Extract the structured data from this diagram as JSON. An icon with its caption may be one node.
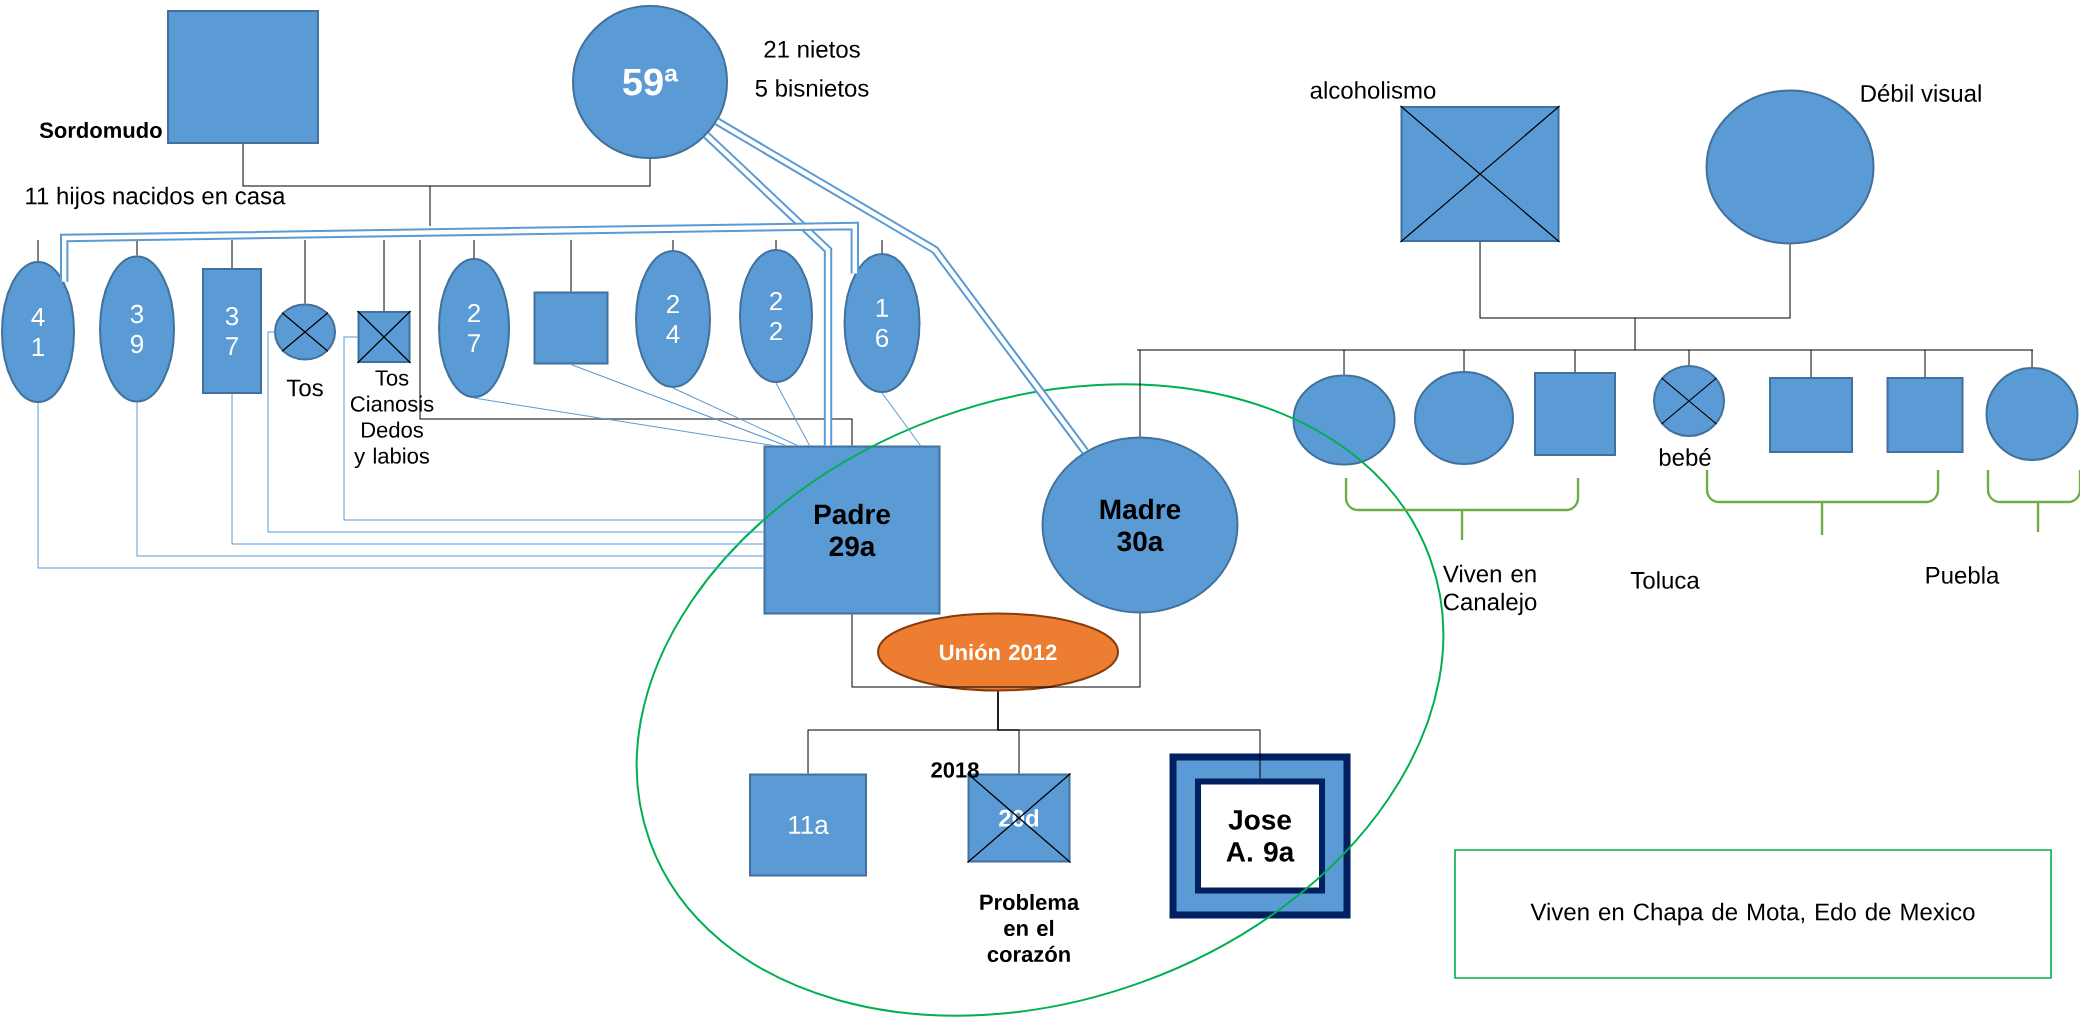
{
  "diagram": {
    "nodes": [
      {
        "text": [],
        "shape": "box",
        "beside": [
          "Sordomudo"
        ]
      },
      {
        "text": [
          "59ª"
        ],
        "beside": [
          "21 nietos",
          "5 bisnietos"
        ]
      },
      {
        "text": [
          "4 1"
        ]
      },
      {
        "text": [
          "3 9"
        ]
      },
      {
        "text": [
          "3 7"
        ]
      },
      {
        "text": [],
        "shape": "circle",
        "beside": [
          "Tos"
        ]
      },
      {
        "text": [],
        "shape": "box",
        "beside": [
          "Tos Cianosis Dedos y labios"
        ]
      },
      {
        "text": [
          "2 7"
        ]
      },
      {
        "text": [],
        "shape": "box"
      },
      {
        "text": [
          "2 4"
        ]
      },
      {
        "text": [
          "2 2"
        ]
      },
      {
        "text": [
          "1 6"
        ]
      },
      {
        "text": [
          "Padre 29a"
        ]
      },
      {
        "text": [
          "Madre 30a"
        ]
      },
      {
        "text": [
          "Unión 2012"
        ]
      },
      {
        "text": [
          "11a"
        ]
      },
      {
        "text": [
          "20d"
        ],
        "beside": [
          "2018",
          "Problema en el corazón"
        ]
      },
      {
        "text": [
          "Jose A. 9a"
        ]
      },
      {
        "text": [],
        "shape": "box",
        "beside": [
          "alcoholismo"
        ]
      },
      {
        "text": [],
        "shape": "circle",
        "beside": [
          "Débil visual"
        ]
      },
      {
        "text": [],
        "shape": "circle"
      },
      {
        "text": [],
        "shape": "circle"
      },
      {
        "text": [],
        "shape": "box"
      },
      {
        "text": [],
        "shape": "circle",
        "beside": [
          "bebé"
        ]
      },
      {
        "text": [],
        "shape": "box"
      },
      {
        "text": [],
        "shape": "box"
      },
      {
        "text": [],
        "shape": "circle"
      },
      {
        "text": [
          "Viven en Chapa de Mota, Edo de Mexico"
        ]
      }
    ],
    "edges": [
      {
        "from": 0,
        "to": 1,
        "arrow": "none"
      },
      {
        "from": null,
        "to": 2,
        "arrow": "none"
      },
      {
        "from": null,
        "to": 3,
        "arrow": "none"
      },
      {
        "from": null,
        "to": 4,
        "arrow": "none"
      },
      {
        "from": null,
        "to": 5,
        "arrow": "none"
      },
      {
        "from": null,
        "to": 6,
        "arrow": "none"
      },
      {
        "from": null,
        "to": 7,
        "arrow": "none"
      },
      {
        "from": null,
        "to": 8,
        "arrow": "none"
      },
      {
        "from": null,
        "to": 9,
        "arrow": "none"
      },
      {
        "from": null,
        "to": 10,
        "arrow": "none"
      },
      {
        "from": null,
        "to": 11,
        "arrow": "none"
      },
      {
        "from": null,
        "to": 12,
        "arrow": "none"
      },
      {
        "from": 12,
        "to": 13,
        "arrow": "none"
      },
      {
        "from": 14,
        "to": 15,
        "arrow": "none"
      },
      {
        "from": 14,
        "to": 16,
        "arrow": "none"
      },
      {
        "from": 14,
        "to": 17,
        "arrow": "none"
      },
      {
        "from": 18,
        "to": 19,
        "arrow": "none"
      },
      {
        "from": null,
        "to": 13,
        "arrow": "none"
      },
      {
        "from": null,
        "to": 20,
        "arrow": "none"
      },
      {
        "from": null,
        "to": 21,
        "arrow": "none"
      },
      {
        "from": null,
        "to": 22,
        "arrow": "none"
      },
      {
        "from": null,
        "to": 23,
        "arrow": "none"
      },
      {
        "from": null,
        "to": 24,
        "arrow": "none"
      },
      {
        "from": null,
        "to": 25,
        "arrow": "none"
      },
      {
        "from": null,
        "to": 26,
        "arrow": "none"
      },
      {
        "from": 1,
        "to": 12,
        "arrow": "none",
        "style": "thick",
        "color": "#5b9bd5"
      },
      {
        "from": 1,
        "to": 13,
        "arrow": "none",
        "style": "thick",
        "color": "#5b9bd5"
      },
      {
        "from": 2,
        "to": 11,
        "arrow": "none",
        "style": "thick",
        "color": "#5b9bd5"
      },
      {
        "from": 2,
        "to": 12,
        "arrow": "none",
        "color": "#5b9bd5"
      },
      {
        "from": 3,
        "to": 12,
        "arrow": "none",
        "color": "#5b9bd5"
      },
      {
        "from": 4,
        "to": 12,
        "arrow": "none",
        "color": "#5b9bd5"
      },
      {
        "from": 5,
        "to": 12,
        "arrow": "none",
        "color": "#5b9bd5"
      },
      {
        "from": 6,
        "to": 12,
        "arrow": "none",
        "color": "#5b9bd5"
      },
      {
        "from": 7,
        "to": 12,
        "arrow": "none",
        "color": "#5b9bd5"
      },
      {
        "from": 8,
        "to": 12,
        "arrow": "none",
        "color": "#5b9bd5"
      },
      {
        "from": 9,
        "to": 12,
        "arrow": "none",
        "color": "#5b9bd5"
      },
      {
        "from": 10,
        "to": 12,
        "arrow": "none",
        "color": "#5b9bd5"
      },
      {
        "from": 11,
        "to": 12,
        "arrow": "none",
        "color": "#5b9bd5"
      }
    ],
    "labels": [
      "11 hijos nacidos en casa",
      "Viven en Canalejo",
      "Toluca",
      "Puebla"
    ]
  }
}
